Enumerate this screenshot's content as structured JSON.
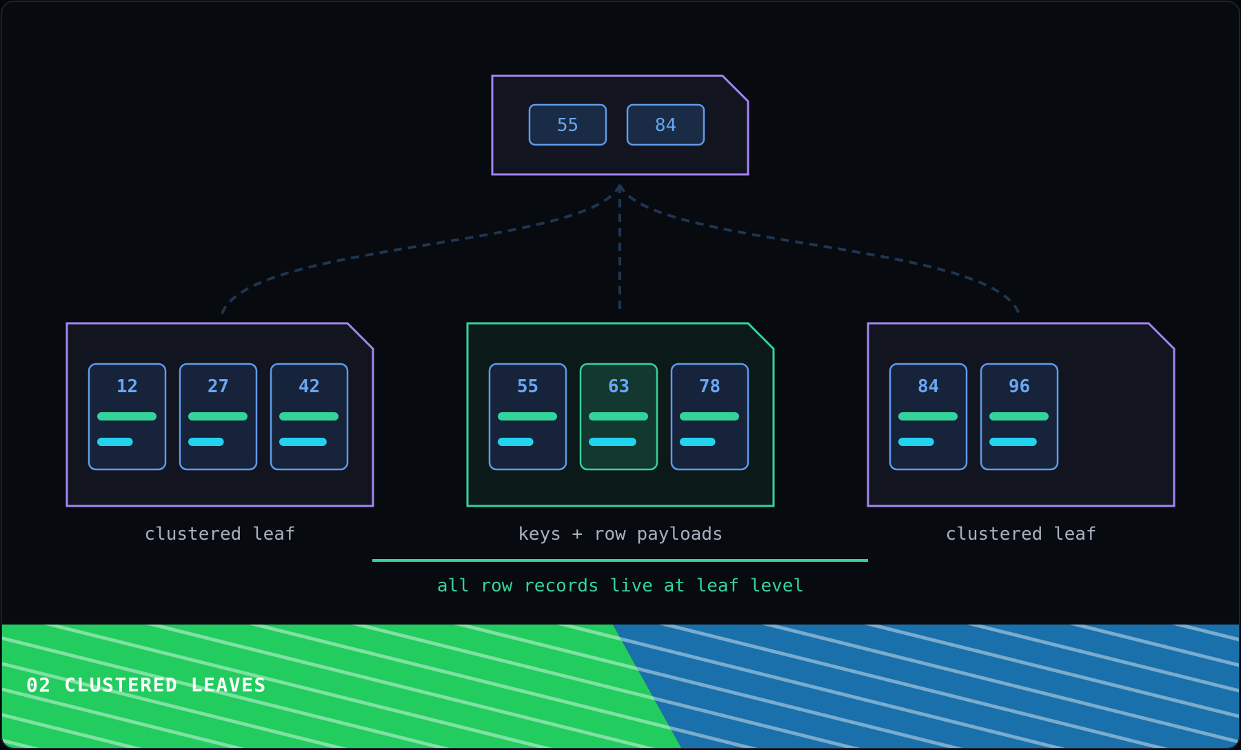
{
  "colors": {
    "background": "#070a0f",
    "frame_border": "#1c2330",
    "node_border": "#a586f2",
    "node_fill": "#121420",
    "highlight_border": "#36d39a",
    "highlight_fill": "#0b1a18",
    "key_border": "#5f9bea",
    "key_fill": "#1a2b45",
    "key_text": "#69a7f3",
    "bar_primary": "#34d399",
    "bar_secondary": "#22d3ee",
    "edge": "#1f3651",
    "caption": "#a6b0bf",
    "accent_text": "#34d399",
    "banner_left": "#22cc5e",
    "banner_right": "#1a70aa",
    "banner_text": "#ffffff"
  },
  "root": {
    "keys": [
      "55",
      "84"
    ]
  },
  "leaves": [
    {
      "caption": "clustered leaf",
      "highlighted": false,
      "records": [
        {
          "key": "12",
          "payload_fill": 1.0,
          "secondary_fill": 0.6,
          "highlighted": false
        },
        {
          "key": "27",
          "payload_fill": 1.0,
          "secondary_fill": 0.6,
          "highlighted": false
        },
        {
          "key": "42",
          "payload_fill": 1.0,
          "secondary_fill": 0.8,
          "highlighted": false
        }
      ]
    },
    {
      "caption": "keys + row payloads",
      "highlighted": true,
      "records": [
        {
          "key": "55",
          "payload_fill": 1.0,
          "secondary_fill": 0.6,
          "highlighted": false
        },
        {
          "key": "63",
          "payload_fill": 1.0,
          "secondary_fill": 0.8,
          "highlighted": true
        },
        {
          "key": "78",
          "payload_fill": 1.0,
          "secondary_fill": 0.6,
          "highlighted": false
        }
      ]
    },
    {
      "caption": "clustered leaf",
      "highlighted": false,
      "records": [
        {
          "key": "84",
          "payload_fill": 1.0,
          "secondary_fill": 0.6,
          "highlighted": false
        },
        {
          "key": "96",
          "payload_fill": 1.0,
          "secondary_fill": 0.8,
          "highlighted": false
        }
      ]
    }
  ],
  "annotation": "all row records live at leaf level",
  "banner": {
    "label": "02 CLUSTERED LEAVES"
  }
}
